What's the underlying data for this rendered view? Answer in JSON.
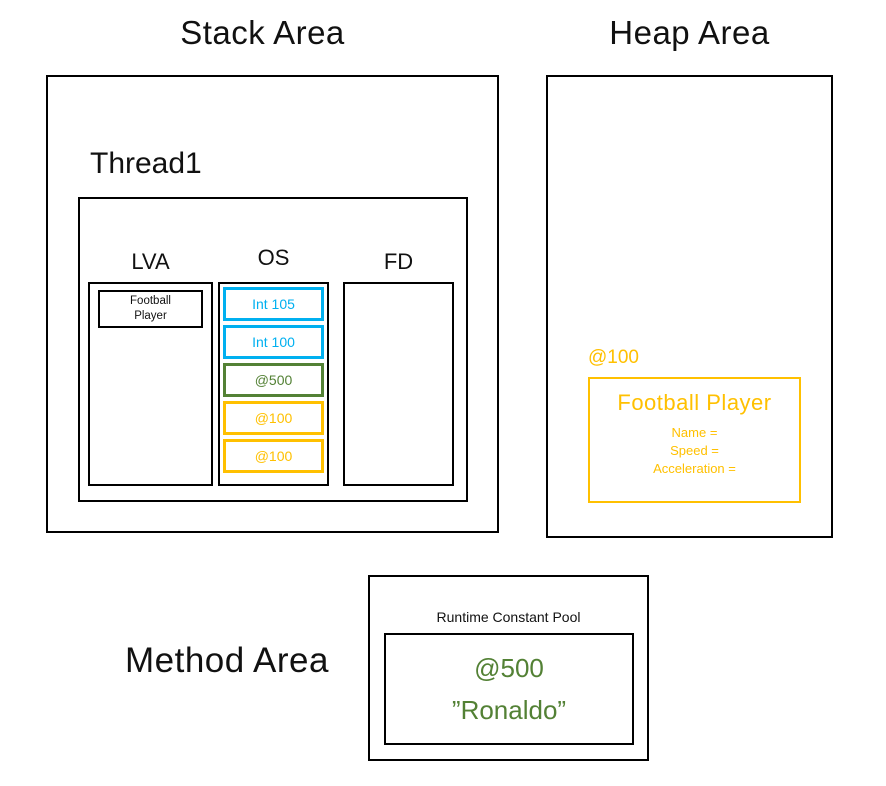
{
  "diagram": {
    "stack": {
      "title": "Stack Area",
      "thread": {
        "label": "Thread1",
        "lva": {
          "label": "LVA",
          "frame": {
            "line1": "Football",
            "line2": "Player"
          }
        },
        "os": {
          "label": "OS",
          "entries": [
            {
              "text": "Int 105",
              "color": "#00B0F0"
            },
            {
              "text": "Int 100",
              "color": "#00B0F0"
            },
            {
              "text": "@500",
              "color": "#538135"
            },
            {
              "text": "@100",
              "color": "#FFC000"
            },
            {
              "text": "@100",
              "color": "#FFC000"
            }
          ]
        },
        "fd": {
          "label": "FD"
        }
      }
    },
    "heap": {
      "title": "Heap Area",
      "reference": "@100",
      "object": {
        "title": "Football Player",
        "fields": [
          "Name =",
          "Speed =",
          "Acceleration ="
        ]
      }
    },
    "method": {
      "title": "Method Area",
      "pool": {
        "label": "Runtime Constant Pool",
        "address": "@500",
        "value": "”Ronaldo”"
      }
    },
    "colors": {
      "cyan": "#00B0F0",
      "green": "#538135",
      "gold": "#FFC000"
    }
  }
}
